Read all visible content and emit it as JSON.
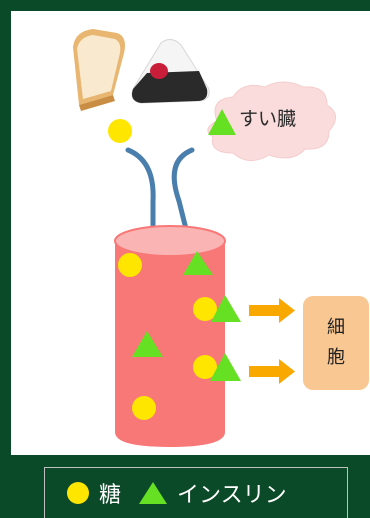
{
  "labels": {
    "pancreas": "すい臓",
    "cell_line1": "細",
    "cell_line2": "胞"
  },
  "legend": {
    "sugar": "糖",
    "insulin": "インスリン"
  },
  "colors": {
    "background": "#0b4a28",
    "sugar": "#ffe600",
    "insulin": "#66e022",
    "vessel": "#f87878",
    "vessel_top": "#fbb4b4",
    "cell": "#f9c792",
    "arrow_orange": "#f9a800",
    "arrow_blue": "#4a7fad",
    "cloud": "#fbdcdc"
  },
  "icons": [
    "bread-icon",
    "onigiri-icon",
    "cloud-icon"
  ]
}
